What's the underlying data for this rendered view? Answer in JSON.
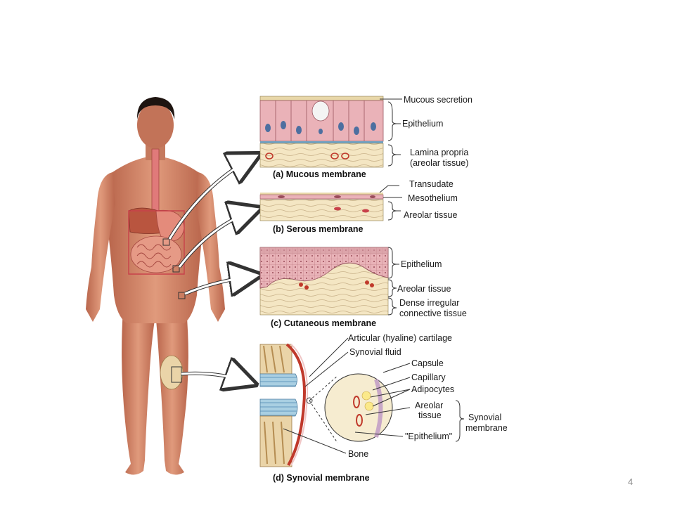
{
  "panels": {
    "a": {
      "caption": "(a) Mucous membrane",
      "labels": [
        "Mucous secretion",
        "Epithelium",
        "Lamina propria",
        "(areolar tissue)"
      ]
    },
    "b": {
      "caption": "(b) Serous membrane",
      "labels": [
        "Transudate",
        "Mesothelium",
        "Areolar tissue"
      ]
    },
    "c": {
      "caption": "(c) Cutaneous membrane",
      "labels": [
        "Epithelium",
        "Areolar tissue",
        "Dense irregular",
        "connective tissue"
      ]
    },
    "d": {
      "caption": "(d) Synovial membrane",
      "labels": [
        "Articular (hyaline) cartilage",
        "Synovial fluid",
        "Capsule",
        "Capillary",
        "Adipocytes",
        "Areolar",
        "tissue",
        "\"Epithelium\"",
        "Synovial",
        "membrane",
        "Bone"
      ]
    }
  },
  "page_number": "4",
  "colors": {
    "skin": "#d98f72",
    "epithelium": "#e5a6b0",
    "nucleus": "#4d6fa0",
    "areolar": "#f4e6c3",
    "blood": "#c0392b"
  }
}
